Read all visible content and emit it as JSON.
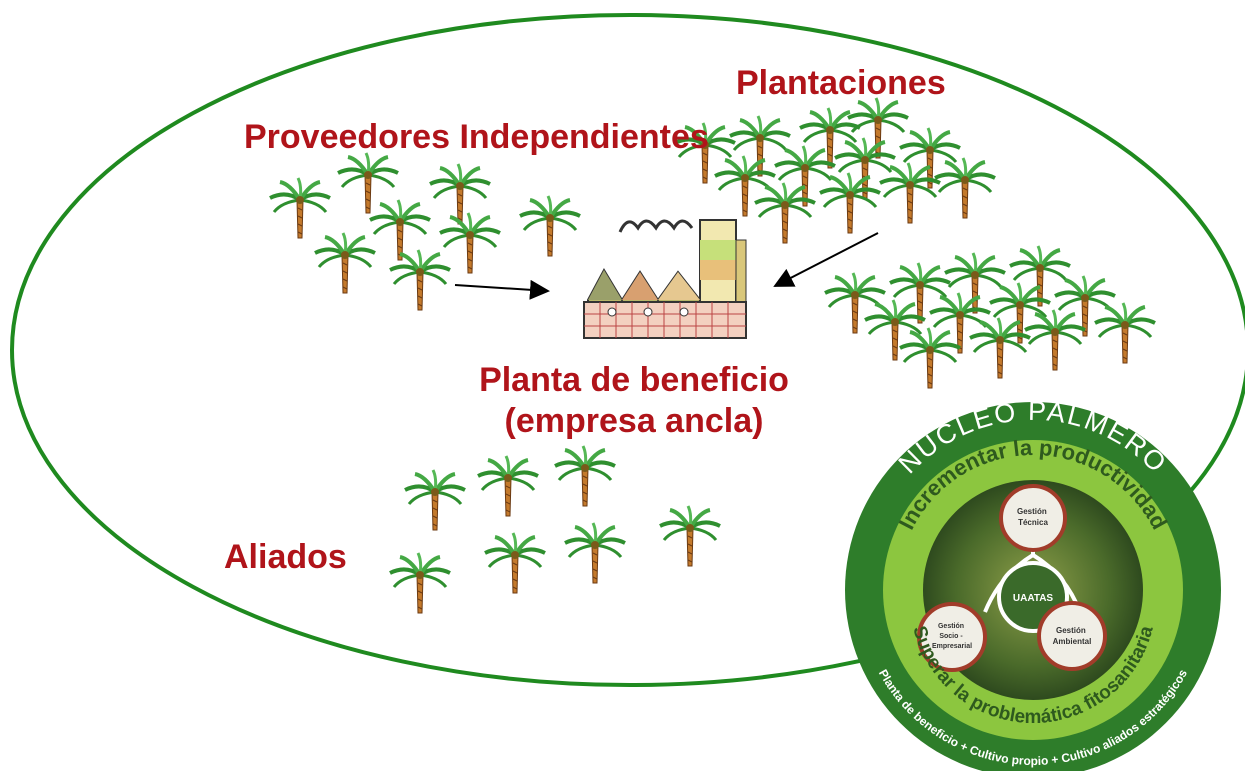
{
  "labels": {
    "independent_suppliers": "Proveedores Independientes",
    "plantations": "Plantaciones",
    "allies": "Aliados",
    "mill_line1": "Planta de beneficio",
    "mill_line2": "(empresa ancla)"
  },
  "badge": {
    "title": "NÚCLEO PALMERO",
    "ring_top": "Incrementar la productividad",
    "ring_bottom": "Superar la problemática fitosanitaria",
    "outer_bottom": "Planta de beneficio + Cultivo propio + Cultivo aliados estratégicos",
    "center": "UAATAS",
    "node_technical": [
      "Gestión",
      "Técnica"
    ],
    "node_social": [
      "Gestión",
      "Socio -",
      "Empresarial"
    ],
    "node_environmental": [
      "Gestión",
      "Ambiental"
    ]
  },
  "colors": {
    "label_red": "#b0141a",
    "ellipse_green": "#1f8a1f",
    "badge_dark_green": "#2e7d2a",
    "badge_light_green": "#8cc63f"
  }
}
